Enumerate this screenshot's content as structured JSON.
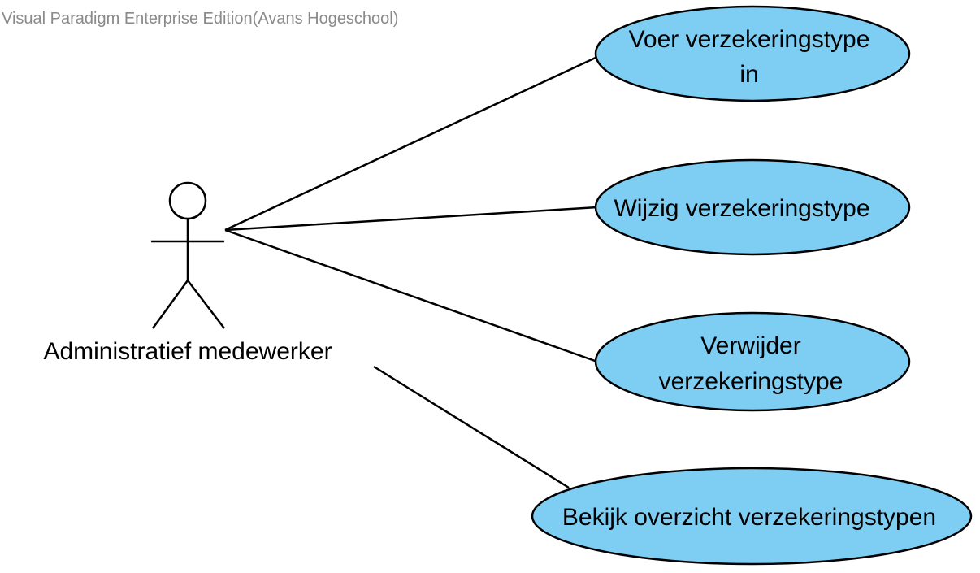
{
  "watermark": "Visual Paradigm Enterprise Edition(Avans Hogeschool)",
  "colors": {
    "fill": "#7ecef4",
    "stroke": "#000000",
    "watermark": "#8a8a8a"
  },
  "actor": {
    "label": "Administratief medewerker",
    "icon": "stick-figure-actor-icon"
  },
  "use_cases": [
    {
      "lines": [
        "Voer verzekeringstype",
        "in"
      ]
    },
    {
      "lines": [
        "Wijzig verzekeringstype"
      ]
    },
    {
      "lines": [
        "Verwijder",
        "verzekeringstype"
      ]
    },
    {
      "lines": [
        "Bekijk overzicht verzekeringstypen"
      ]
    }
  ]
}
